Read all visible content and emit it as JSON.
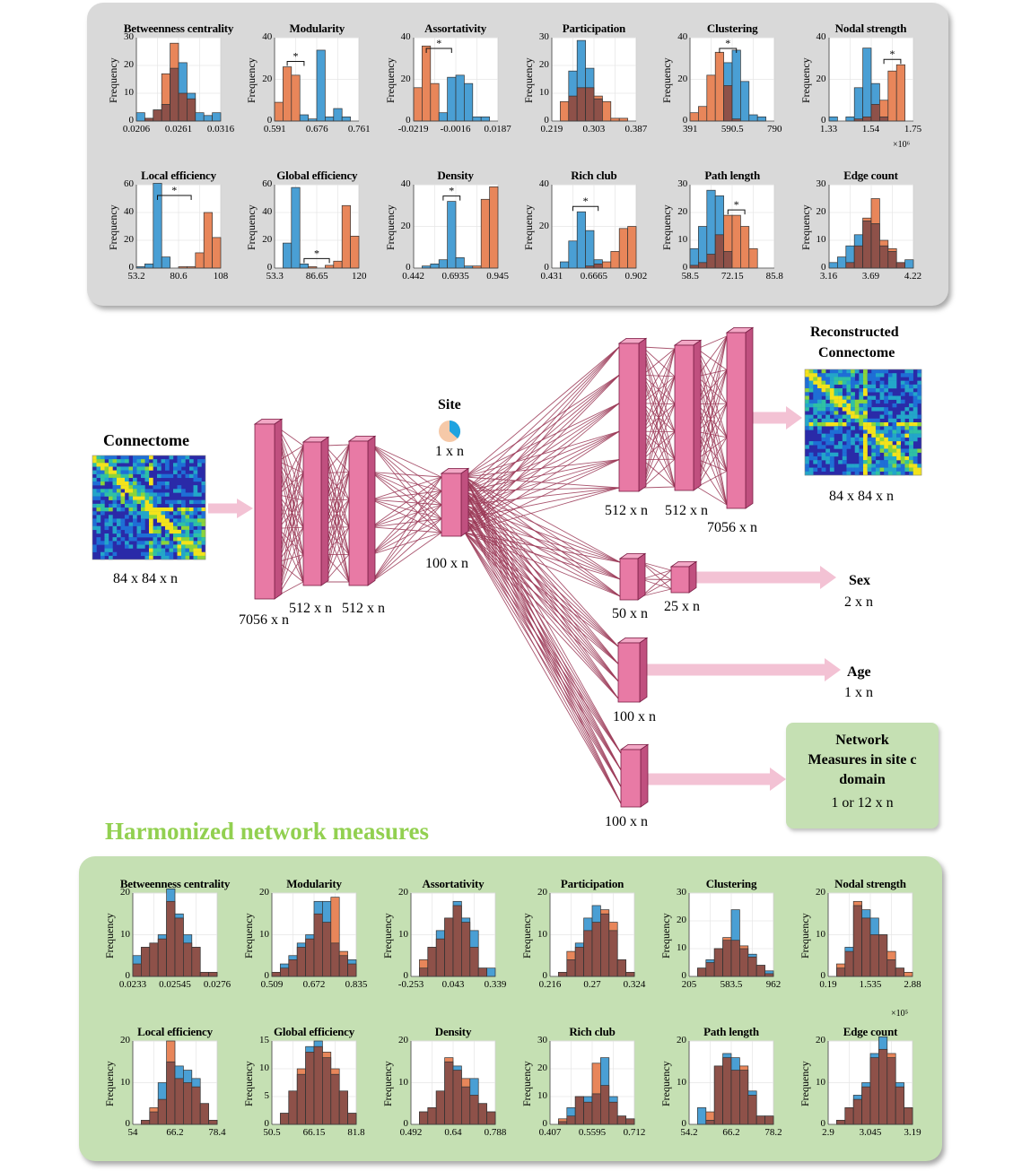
{
  "top_panel": {
    "y_axis_label": "Frequency",
    "scale_note": "×10⁶",
    "charts": [
      {
        "title": "Betweenness centrality",
        "ymax": 30,
        "yticks": [
          0,
          10,
          20,
          30
        ],
        "xticks": [
          "0.0206",
          "0.0261",
          "0.0316"
        ],
        "blue": [
          3,
          1,
          4,
          6,
          19,
          21,
          10,
          3,
          2,
          3
        ],
        "orange": [
          0,
          1,
          4,
          17,
          28,
          10,
          8,
          0,
          0,
          0
        ],
        "bracket": null
      },
      {
        "title": "Modularity",
        "ymax": 40,
        "yticks": [
          0,
          20,
          40
        ],
        "xticks": [
          "0.591",
          "0.676",
          "0.761"
        ],
        "blue": [
          0,
          0,
          0,
          3,
          1,
          34,
          2,
          6,
          2,
          0
        ],
        "orange": [
          9,
          26,
          22,
          0,
          0,
          0,
          0,
          0,
          0,
          0
        ],
        "bracket": [
          1,
          3
        ]
      },
      {
        "title": "Assortativity",
        "ymax": 40,
        "yticks": [
          0,
          20,
          40
        ],
        "xticks": [
          "-0.0219",
          "-0.0016",
          "0.0187"
        ],
        "blue": [
          0,
          0,
          0,
          4,
          21,
          22,
          18,
          2,
          2,
          0
        ],
        "orange": [
          16,
          36,
          18,
          0,
          0,
          0,
          0,
          0,
          0,
          0
        ],
        "bracket": [
          1,
          4
        ]
      },
      {
        "title": "Participation",
        "ymax": 30,
        "yticks": [
          0,
          10,
          20,
          30
        ],
        "xticks": [
          "0.219",
          "0.303",
          "0.387"
        ],
        "blue": [
          0,
          0,
          18,
          29,
          19,
          8,
          0,
          0,
          0,
          0
        ],
        "orange": [
          0,
          7,
          9,
          12,
          12,
          9,
          7,
          1,
          1,
          0
        ],
        "bracket": null
      },
      {
        "title": "Clustering",
        "ymax": 40,
        "yticks": [
          0,
          20,
          40
        ],
        "xticks": [
          "391",
          "590.5",
          "790"
        ],
        "blue": [
          0,
          0,
          0,
          0,
          28,
          34,
          19,
          3,
          2,
          0
        ],
        "orange": [
          4,
          7,
          22,
          33,
          17,
          1,
          0,
          0,
          0,
          0
        ],
        "bracket": [
          3,
          5
        ]
      },
      {
        "title": "Nodal strength",
        "ymax": 40,
        "yticks": [
          0,
          20,
          40
        ],
        "xticks": [
          "1.33",
          "1.54",
          "1.75"
        ],
        "blue": [
          2,
          0,
          2,
          16,
          35,
          18,
          2,
          0,
          0,
          0
        ],
        "orange": [
          0,
          0,
          0,
          1,
          2,
          8,
          10,
          24,
          27,
          0
        ],
        "bracket": [
          6,
          8
        ]
      },
      {
        "title": "Local efficiency",
        "ymax": 60,
        "yticks": [
          0,
          20,
          40,
          60
        ],
        "xticks": [
          "53.2",
          "80.6",
          "108"
        ],
        "blue": [
          1,
          3,
          61,
          8,
          0,
          0,
          0,
          0,
          0,
          0
        ],
        "orange": [
          0,
          0,
          0,
          0,
          0,
          1,
          1,
          11,
          40,
          22
        ],
        "bracket": [
          2,
          6
        ]
      },
      {
        "title": "Global efficiency",
        "ymax": 60,
        "yticks": [
          0,
          20,
          40,
          60
        ],
        "xticks": [
          "53.3",
          "86.65",
          "120"
        ],
        "blue": [
          0,
          18,
          58,
          3,
          0,
          0,
          0,
          0,
          0,
          0
        ],
        "orange": [
          0,
          0,
          0,
          0,
          1,
          0,
          2,
          5,
          45,
          23
        ],
        "bracket": [
          3,
          6
        ]
      },
      {
        "title": "Density",
        "ymax": 40,
        "yticks": [
          0,
          20,
          40
        ],
        "xticks": [
          "0.442",
          "0.6935",
          "0.945"
        ],
        "blue": [
          0,
          1,
          2,
          4,
          32,
          5,
          1,
          0,
          0,
          0
        ],
        "orange": [
          0,
          0,
          0,
          0,
          0,
          0,
          0,
          1,
          33,
          39
        ],
        "bracket": [
          3,
          5
        ]
      },
      {
        "title": "Rich club",
        "ymax": 40,
        "yticks": [
          0,
          20,
          40
        ],
        "xticks": [
          "0.431",
          "0.6665",
          "0.902"
        ],
        "blue": [
          0,
          3,
          13,
          27,
          18,
          4,
          0,
          0,
          0,
          0
        ],
        "orange": [
          0,
          0,
          0,
          0,
          1,
          2,
          3,
          8,
          19,
          20
        ],
        "bracket": [
          2,
          5
        ]
      },
      {
        "title": "Path length",
        "ymax": 30,
        "yticks": [
          0,
          10,
          20,
          30
        ],
        "xticks": [
          "58.5",
          "72.15",
          "85.8"
        ],
        "blue": [
          7,
          15,
          28,
          26,
          6,
          0,
          0,
          0,
          0,
          0
        ],
        "orange": [
          1,
          2,
          5,
          12,
          19,
          19,
          15,
          7,
          0,
          0
        ],
        "bracket": [
          4,
          6
        ]
      },
      {
        "title": "Edge count",
        "ymax": 30,
        "yticks": [
          0,
          10,
          20,
          30
        ],
        "xticks": [
          "3.16",
          "3.69",
          "4.22"
        ],
        "blue": [
          2,
          4,
          8,
          12,
          17,
          16,
          8,
          6,
          2,
          3
        ],
        "orange": [
          0,
          0,
          2,
          8,
          18,
          25,
          10,
          7,
          2,
          0
        ],
        "bracket": null
      }
    ]
  },
  "diagram": {
    "input_title": "Connectome",
    "input_dims": "84 x 84 x n",
    "enc1": "7056 x n",
    "enc2": "512 x n",
    "enc3": "512 x n",
    "latent": "100 x n",
    "site_title": "Site",
    "site_dims": "1 x n",
    "dec1": "512 x n",
    "dec2": "512 x n",
    "dec3": "7056 x n",
    "recon_title_1": "Reconstructed",
    "recon_title_2": "Connectome",
    "recon_dims": "84 x 84 x n",
    "sex1": "50 x n",
    "sex2": "25 x n",
    "sex_title": "Sex",
    "sex_dims": "2 x n",
    "age_layer": "100 x n",
    "age_title": "Age",
    "age_dims": "1 x n",
    "net_layer": "100 x n",
    "net_box_line1": "Network",
    "net_box_line2": "Measures in site c",
    "net_box_line3": "domain",
    "net_box_dims": "1 or 12 x n"
  },
  "heading": "Harmonized network measures",
  "bottom_panel": {
    "y_axis_label": "Frequency",
    "scale_note": "×10⁵",
    "charts": [
      {
        "title": "Betweenness centrality",
        "ymax": 20,
        "yticks": [
          0,
          10,
          20
        ],
        "xticks": [
          "0.0233",
          "0.02545",
          "0.0276"
        ],
        "blue": [
          5,
          7,
          8,
          10,
          21,
          15,
          10,
          7,
          1,
          1
        ],
        "orange": [
          3,
          7,
          8,
          9,
          18,
          14,
          8,
          7,
          1,
          1
        ]
      },
      {
        "title": "Modularity",
        "ymax": 20,
        "yticks": [
          0,
          10,
          20
        ],
        "xticks": [
          "0.509",
          "0.672",
          "0.835"
        ],
        "blue": [
          1,
          3,
          5,
          8,
          10,
          18,
          18,
          8,
          5,
          4
        ],
        "orange": [
          1,
          2,
          4,
          7,
          9,
          15,
          13,
          19,
          6,
          3
        ]
      },
      {
        "title": "Assortativity",
        "ymax": 20,
        "yticks": [
          0,
          10,
          20
        ],
        "xticks": [
          "-0.253",
          "0.043",
          "0.339"
        ],
        "blue": [
          0,
          2,
          7,
          11,
          14,
          18,
          14,
          11,
          2,
          2
        ],
        "orange": [
          0,
          4,
          7,
          9,
          14,
          17,
          13,
          7,
          2,
          0
        ]
      },
      {
        "title": "Participation",
        "ymax": 20,
        "yticks": [
          0,
          10,
          20
        ],
        "xticks": [
          "0.216",
          "0.27",
          "0.324"
        ],
        "blue": [
          0,
          1,
          4,
          8,
          14,
          17,
          15,
          11,
          4,
          1
        ],
        "orange": [
          0,
          1,
          6,
          7,
          11,
          13,
          16,
          13,
          4,
          1
        ]
      },
      {
        "title": "Clustering",
        "ymax": 30,
        "yticks": [
          0,
          10,
          20,
          30
        ],
        "xticks": [
          "205",
          "583.5",
          "962"
        ],
        "blue": [
          0,
          3,
          6,
          10,
          13,
          24,
          10,
          8,
          4,
          2
        ],
        "orange": [
          0,
          3,
          5,
          10,
          14,
          13,
          11,
          7,
          4,
          1
        ]
      },
      {
        "title": "Nodal strength",
        "ymax": 20,
        "yticks": [
          0,
          10,
          20
        ],
        "xticks": [
          "0.19",
          "1.535",
          "2.88"
        ],
        "blue": [
          0,
          2,
          7,
          17,
          16,
          14,
          10,
          4,
          2,
          0
        ],
        "orange": [
          0,
          3,
          6,
          18,
          14,
          10,
          10,
          6,
          2,
          1
        ]
      },
      {
        "title": "Local efficiency",
        "ymax": 20,
        "yticks": [
          0,
          10,
          20
        ],
        "xticks": [
          "54",
          "66.2",
          "78.4"
        ],
        "blue": [
          0,
          1,
          3,
          10,
          15,
          14,
          13,
          11,
          5,
          1
        ],
        "orange": [
          0,
          1,
          4,
          6,
          20,
          11,
          10,
          9,
          5,
          1
        ]
      },
      {
        "title": "Global efficiency",
        "ymax": 15,
        "yticks": [
          0,
          5,
          10,
          15
        ],
        "xticks": [
          "50.5",
          "66.15",
          "81.8"
        ],
        "blue": [
          0,
          2,
          6,
          9,
          14,
          15,
          12,
          9,
          6,
          2
        ],
        "orange": [
          0,
          2,
          6,
          10,
          13,
          14,
          13,
          10,
          6,
          2
        ]
      },
      {
        "title": "Density",
        "ymax": 20,
        "yticks": [
          0,
          10,
          20
        ],
        "xticks": [
          "0.492",
          "0.64",
          "0.788"
        ],
        "blue": [
          0,
          3,
          4,
          8,
          15,
          14,
          9,
          11,
          5,
          3
        ],
        "orange": [
          0,
          3,
          4,
          8,
          16,
          13,
          11,
          7,
          5,
          3
        ]
      },
      {
        "title": "Rich club",
        "ymax": 30,
        "yticks": [
          0,
          10,
          20,
          30
        ],
        "xticks": [
          "0.407",
          "0.5595",
          "0.712"
        ],
        "blue": [
          0,
          1,
          6,
          10,
          10,
          11,
          24,
          10,
          3,
          2
        ],
        "orange": [
          0,
          2,
          3,
          10,
          8,
          22,
          14,
          8,
          3,
          2
        ]
      },
      {
        "title": "Path length",
        "ymax": 20,
        "yticks": [
          0,
          10,
          20
        ],
        "xticks": [
          "54.2",
          "66.2",
          "78.2"
        ],
        "blue": [
          0,
          4,
          1,
          14,
          17,
          16,
          13,
          8,
          2,
          2
        ],
        "orange": [
          0,
          0,
          3,
          14,
          16,
          13,
          14,
          7,
          2,
          2
        ]
      },
      {
        "title": "Edge count",
        "ymax": 20,
        "yticks": [
          0,
          10,
          20
        ],
        "xticks": [
          "2.9",
          "3.045",
          "3.19"
        ],
        "blue": [
          0,
          1,
          4,
          7,
          10,
          17,
          21,
          16,
          10,
          4
        ],
        "orange": [
          0,
          1,
          4,
          6,
          9,
          16,
          18,
          17,
          9,
          4
        ]
      }
    ]
  },
  "colors": {
    "blue": "#4a9fd4",
    "orange": "#e8865a",
    "overlap": "#8e5149",
    "pink": "#e87aa5",
    "arrow": "#f3c2d4",
    "line": "#9b3856",
    "heading": "#92d050"
  }
}
